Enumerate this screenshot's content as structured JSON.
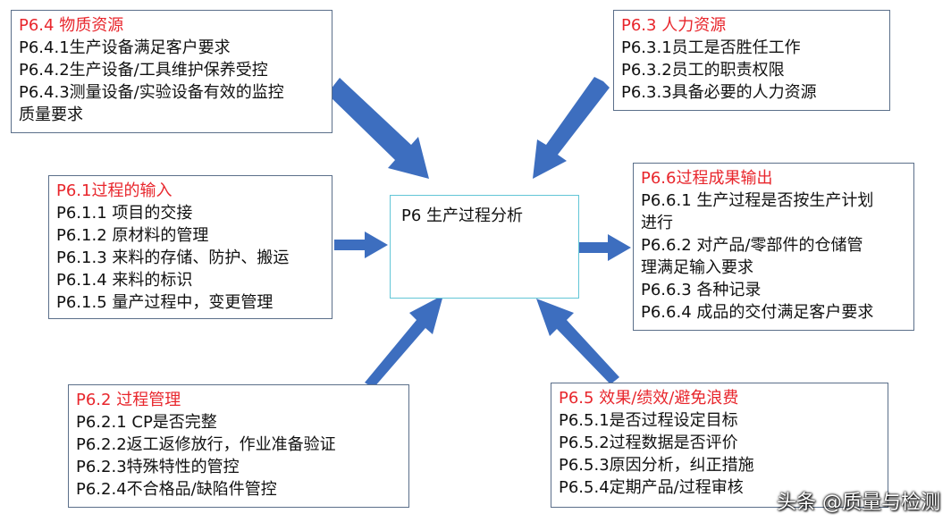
{
  "colors": {
    "title": "#e8262c",
    "text": "#111111",
    "box_border": "#5b6f8a",
    "center_border": "#62c6d6",
    "arrow": "#3d6ebf"
  },
  "center": {
    "label": "P6 生产过程分析"
  },
  "boxes": {
    "p64": {
      "title": "P6.4 物质资源",
      "lines": [
        "P6.4.1生产设备满足客户要求",
        "P6.4.2生产设备/工具维护保养受控",
        "P6.4.3测量设备/实验设备有效的监控",
        "质量要求"
      ]
    },
    "p63": {
      "title": "P6.3 人力资源",
      "lines": [
        "P6.3.1员工是否胜任工作",
        "P6.3.2员工的职责权限",
        "P6.3.3具备必要的人力资源"
      ]
    },
    "p61": {
      "title": "P6.1过程的输入",
      "lines": [
        "P6.1.1 项目的交接",
        "P6.1.2 原材料的管理",
        "P6.1.3 来料的存储、防护、搬运",
        "P6.1.4 来料的标识",
        "P6.1.5 量产过程中，变更管理"
      ]
    },
    "p66": {
      "title": "P6.6过程成果输出",
      "lines": [
        "P6.6.1 生产过程是否按生产计划",
        "进行",
        "P6.6.2 对产品/零部件的仓储管",
        "理满足输入要求",
        "P6.6.3 各种记录",
        "P6.6.4 成品的交付满足客户要求"
      ]
    },
    "p62": {
      "title": "P6.2 过程管理",
      "lines": [
        "P6.2.1 CP是否完整",
        "P6.2.2返工返修放行，作业准备验证",
        "P6.2.3特殊特性的管控",
        "P6.2.4不合格品/缺陷件管控"
      ]
    },
    "p65": {
      "title": "P6.5 效果/绩效/避免浪费",
      "lines": [
        "P6.5.1是否过程设定目标",
        "P6.5.2过程数据是否评价",
        "P6.5.3原因分析，纠正措施",
        "P6.5.4定期产品/过程审核"
      ]
    }
  },
  "watermark": "头条 @质量与检测"
}
